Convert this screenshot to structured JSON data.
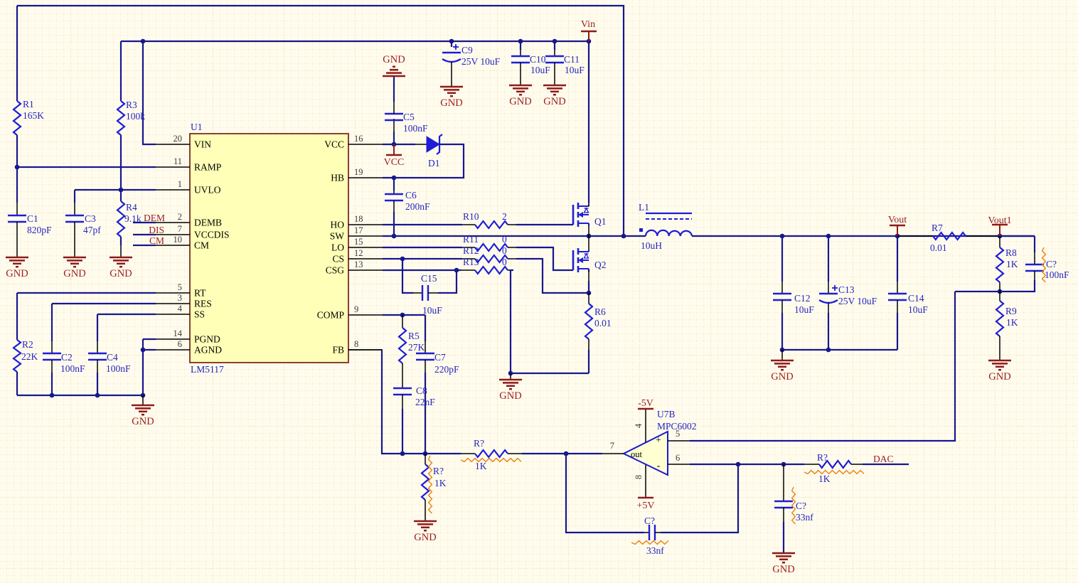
{
  "colors": {
    "wire": "#17178F",
    "component": "#1D1DD8",
    "power_red": "#8E1A1A",
    "red_text": "#9B1B1B",
    "ic_fill": "#FFFFB8",
    "ic_border": "#7D2B1E",
    "opamp_fill": "#FFFFD2",
    "error_marker": "#E8820F",
    "label_blue": "#2525BE",
    "pin_number": "#3A3A3A",
    "background": "#FFFCEE"
  },
  "ic": {
    "ref": "U1",
    "part": "LM5117",
    "left_pins": [
      {
        "num": "20",
        "name": "VIN"
      },
      {
        "num": "11",
        "name": "RAMP"
      },
      {
        "num": "1",
        "name": "UVLO"
      },
      {
        "num": "2",
        "name": "DEMB"
      },
      {
        "num": "7",
        "name": "VCCDIS"
      },
      {
        "num": "10",
        "name": "CM"
      },
      {
        "num": "5",
        "name": "RT"
      },
      {
        "num": "3",
        "name": "RES"
      },
      {
        "num": "4",
        "name": "SS"
      },
      {
        "num": "14",
        "name": "PGND"
      },
      {
        "num": "6",
        "name": "AGND"
      }
    ],
    "right_pins": [
      {
        "num": "16",
        "name": "VCC"
      },
      {
        "num": "19",
        "name": "HB"
      },
      {
        "num": "18",
        "name": "HO"
      },
      {
        "num": "17",
        "name": "SW"
      },
      {
        "num": "15",
        "name": "LO"
      },
      {
        "num": "12",
        "name": "CS"
      },
      {
        "num": "13",
        "name": "CSG"
      },
      {
        "num": "9",
        "name": "COMP"
      },
      {
        "num": "8",
        "name": "FB"
      }
    ]
  },
  "components": [
    {
      "id": "R1",
      "ref": "R1",
      "value": "165K"
    },
    {
      "id": "R2",
      "ref": "R2",
      "value": "22K"
    },
    {
      "id": "R3",
      "ref": "R3",
      "value": "100k"
    },
    {
      "id": "R4",
      "ref": "R4",
      "value": "9.1k"
    },
    {
      "id": "R5",
      "ref": "R5",
      "value": "27K"
    },
    {
      "id": "R6",
      "ref": "R6",
      "value": "0.01"
    },
    {
      "id": "R7",
      "ref": "R7",
      "value": "0.01"
    },
    {
      "id": "R8",
      "ref": "R8",
      "value": "1K"
    },
    {
      "id": "R9",
      "ref": "R9",
      "value": "1K"
    },
    {
      "id": "R10",
      "ref": "R10",
      "value": "2"
    },
    {
      "id": "R11",
      "ref": "R11",
      "value": "0"
    },
    {
      "id": "R12",
      "ref": "R12",
      "value": "0"
    },
    {
      "id": "R13",
      "ref": "R13",
      "value": "0"
    },
    {
      "id": "RQ1",
      "ref": "R?",
      "value": "1K"
    },
    {
      "id": "RQ2",
      "ref": "R?",
      "value": "1K"
    },
    {
      "id": "RQ3",
      "ref": "R?",
      "value": "1K"
    },
    {
      "id": "C1",
      "ref": "C1",
      "value": "820pF"
    },
    {
      "id": "C2",
      "ref": "C2",
      "value": "100nF"
    },
    {
      "id": "C3",
      "ref": "C3",
      "value": "47pf"
    },
    {
      "id": "C4",
      "ref": "C4",
      "value": "100nF"
    },
    {
      "id": "C5",
      "ref": "C5",
      "value": "100nF"
    },
    {
      "id": "C6",
      "ref": "C6",
      "value": "200nF"
    },
    {
      "id": "C7",
      "ref": "C7",
      "value": "220pF"
    },
    {
      "id": "C8",
      "ref": "C8",
      "value": "22nF"
    },
    {
      "id": "C9",
      "ref": "C9",
      "value": "25V 10uF"
    },
    {
      "id": "C10",
      "ref": "C10",
      "value": "10uF"
    },
    {
      "id": "C11",
      "ref": "C11",
      "value": "10uF"
    },
    {
      "id": "C12",
      "ref": "C12",
      "value": "10uF"
    },
    {
      "id": "C13",
      "ref": "C13",
      "value": "25V 10uF"
    },
    {
      "id": "C14",
      "ref": "C14",
      "value": "10uF"
    },
    {
      "id": "C15",
      "ref": "C15",
      "value": "10uF"
    },
    {
      "id": "CQ1",
      "ref": "C?",
      "value": "100nF"
    },
    {
      "id": "CQ2",
      "ref": "C?",
      "value": "33nf"
    },
    {
      "id": "CQ3",
      "ref": "C?",
      "value": "33nf"
    },
    {
      "id": "D1",
      "ref": "D1",
      "value": ""
    },
    {
      "id": "Q1",
      "ref": "Q1",
      "value": ""
    },
    {
      "id": "Q2",
      "ref": "Q2",
      "value": ""
    },
    {
      "id": "L1",
      "ref": "L1",
      "value": "10uH"
    }
  ],
  "opamp": {
    "ref": "U7B",
    "part": "MPC6002",
    "output_label": "out",
    "plus_sign": "+",
    "minus_sign": "-",
    "pin_output": "7",
    "pin_plus": "5",
    "pin_minus": "6",
    "pin_vneg": "4",
    "pin_vpos": "8"
  },
  "power_ports": {
    "vin": "Vin",
    "vcc": "VCC",
    "vout": "Vout",
    "vout1": "Vout1",
    "vneg": "-5V",
    "vpos": "+5V",
    "gnd": "GND"
  },
  "net_labels": {
    "dem": "DEM",
    "dis": "DIS",
    "cm": "CM",
    "dac": "DAC"
  }
}
